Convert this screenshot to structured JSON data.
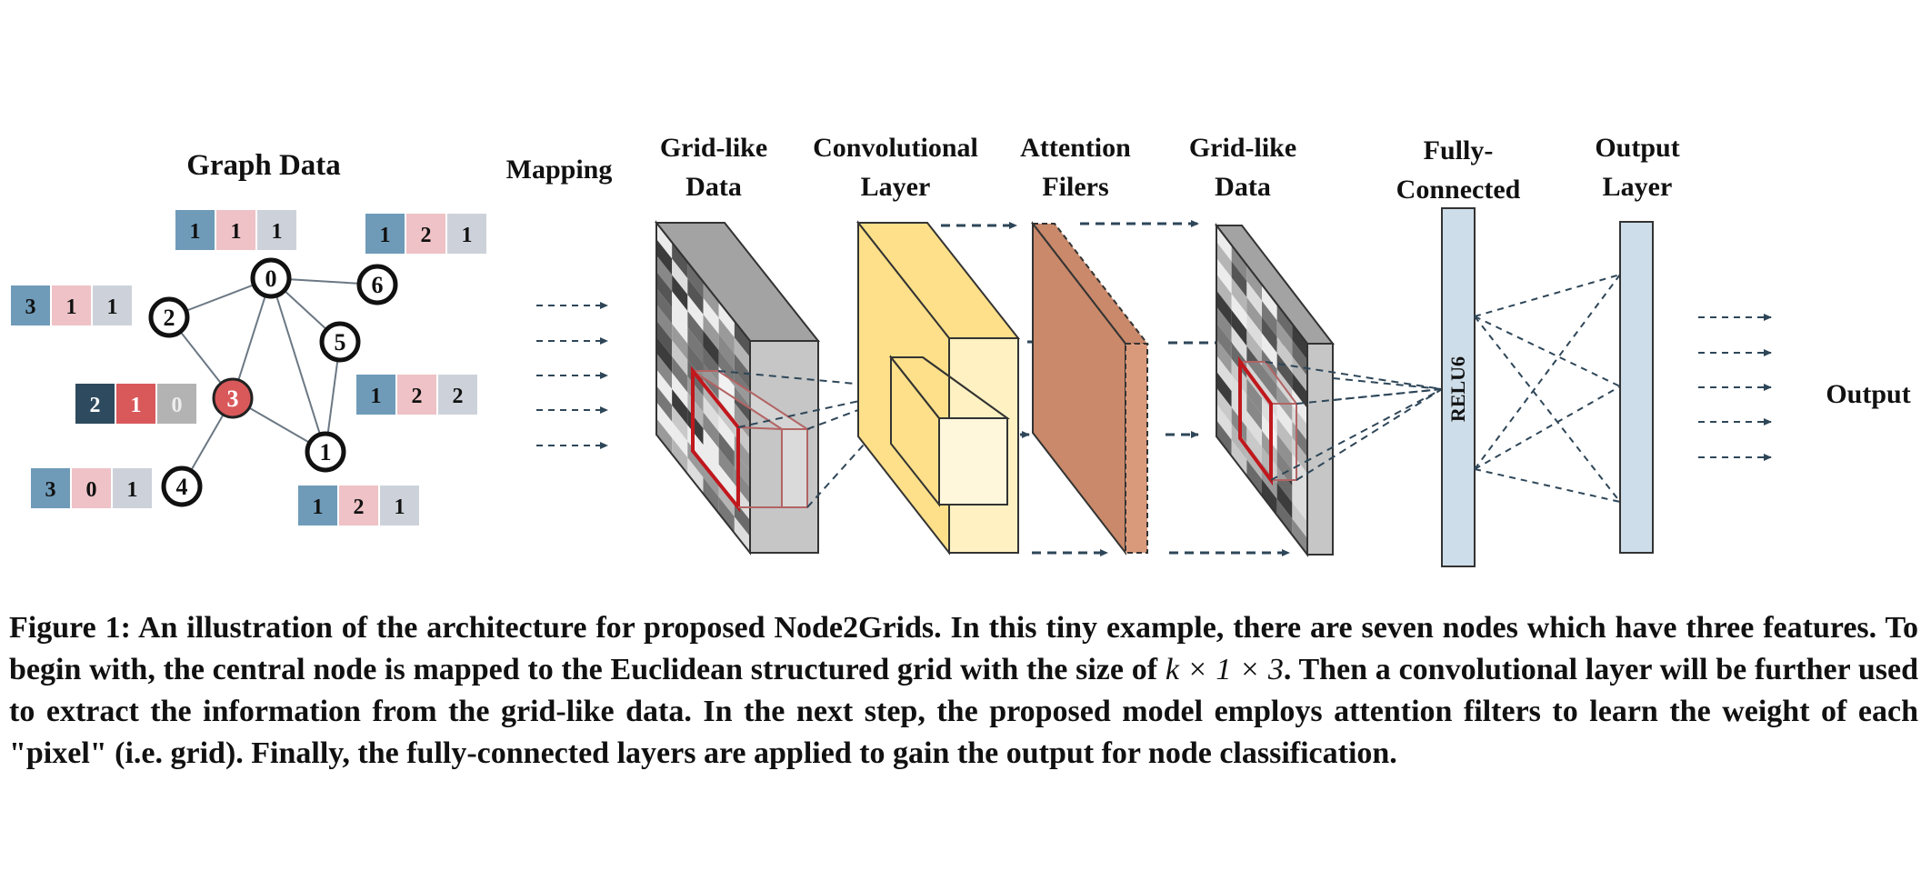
{
  "labels": {
    "graph_data": "Graph Data",
    "mapping": "Mapping",
    "grid_like_1": [
      "Grid-like",
      "Data"
    ],
    "conv_layer": [
      "Convolutional",
      "Layer"
    ],
    "attention": [
      "Attention",
      "Filers"
    ],
    "grid_like_2": [
      "Grid-like",
      "Data"
    ],
    "fully_connected": [
      "Fully-",
      "Connected"
    ],
    "output_layer": [
      "Output",
      "Layer"
    ],
    "relu": "RELU6",
    "output": "Output"
  },
  "graph": {
    "nodes": [
      {
        "id": "0",
        "highlight": false
      },
      {
        "id": "1",
        "highlight": false
      },
      {
        "id": "2",
        "highlight": false
      },
      {
        "id": "3",
        "highlight": true
      },
      {
        "id": "4",
        "highlight": false
      },
      {
        "id": "5",
        "highlight": false
      },
      {
        "id": "6",
        "highlight": false
      }
    ],
    "edges": [
      [
        "0",
        "2"
      ],
      [
        "0",
        "6"
      ],
      [
        "0",
        "3"
      ],
      [
        "0",
        "5"
      ],
      [
        "0",
        "1"
      ],
      [
        "2",
        "3"
      ],
      [
        "3",
        "1"
      ],
      [
        "3",
        "4"
      ],
      [
        "5",
        "1"
      ]
    ],
    "feature_vectors": [
      {
        "node": "0",
        "values": [
          "1",
          "1",
          "1"
        ]
      },
      {
        "node": "6",
        "values": [
          "1",
          "2",
          "1"
        ]
      },
      {
        "node": "2",
        "values": [
          "3",
          "1",
          "1"
        ]
      },
      {
        "node": "3",
        "values": [
          "2",
          "1",
          "0"
        ]
      },
      {
        "node": "5",
        "values": [
          "1",
          "2",
          "2"
        ]
      },
      {
        "node": "4",
        "values": [
          "3",
          "0",
          "1"
        ]
      },
      {
        "node": "1",
        "values": [
          "1",
          "2",
          "1"
        ]
      }
    ]
  },
  "colors": {
    "feat_blue": "#6f9bb9",
    "feat_pink": "#eec2c6",
    "feat_gray": "#cdd2da",
    "center_dark": "#2e4a5e",
    "center_red": "#d9595b",
    "center_gray": "#b3b3b3",
    "node_red": "#d9595b",
    "conv_yellow": "#fde089",
    "attention_brown": "#c9896a",
    "fc_blue": "#cddde9",
    "arrow": "#2e4658",
    "highlight_box": "#c0181d"
  },
  "caption": {
    "figure_label": "Figure 1:",
    "part1": " An illustration of the architecture for proposed Node2Grids. In this tiny example, there are seven nodes which have three features. To begin with, the central node is mapped to the Euclidean structured grid with the size of ",
    "math": "k × 1 × 3",
    "part2": ". Then a convolutional layer will be further used to extract the information from the grid-like data. In the next step, the proposed model employs attention filters to learn the weight of each \"pixel\" (i.e. grid). Finally, the fully-connected layers are applied to gain the output for node classification."
  }
}
